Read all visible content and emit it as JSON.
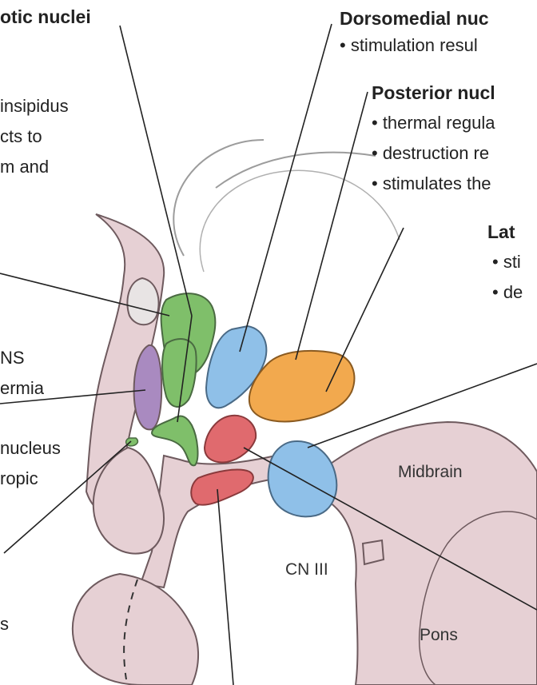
{
  "labels": {
    "supraoptic": "otic nuclei",
    "dorsomedial_title": "Dorsomedial nuc",
    "dorsomedial_bullet": "• stimulation resul",
    "posterior_title": "Posterior nucl",
    "posterior_b1": "• thermal regula",
    "posterior_b2": "• destruction re",
    "posterior_b3": "• stimulates the",
    "lateral_title": "Lat",
    "lateral_b1": "• sti",
    "lateral_b2": "• de",
    "left_1": "insipidus",
    "left_2": "cts to",
    "left_3": "m and",
    "left_4": "NS",
    "left_5": "ermia",
    "left_6": "nucleus",
    "left_7": "ropic",
    "left_8": "s",
    "midbrain": "Midbrain",
    "cn3": "CN III",
    "pons": "Pons"
  },
  "colors": {
    "tissue": "#e6d0d4",
    "tissue_stroke": "#6e5a5e",
    "green": "#7fbf6a",
    "blue": "#8fc0e8",
    "orange": "#f2a94e",
    "purple": "#a98ac0",
    "red": "#e06a6e",
    "grey": "#e8e4e4"
  }
}
